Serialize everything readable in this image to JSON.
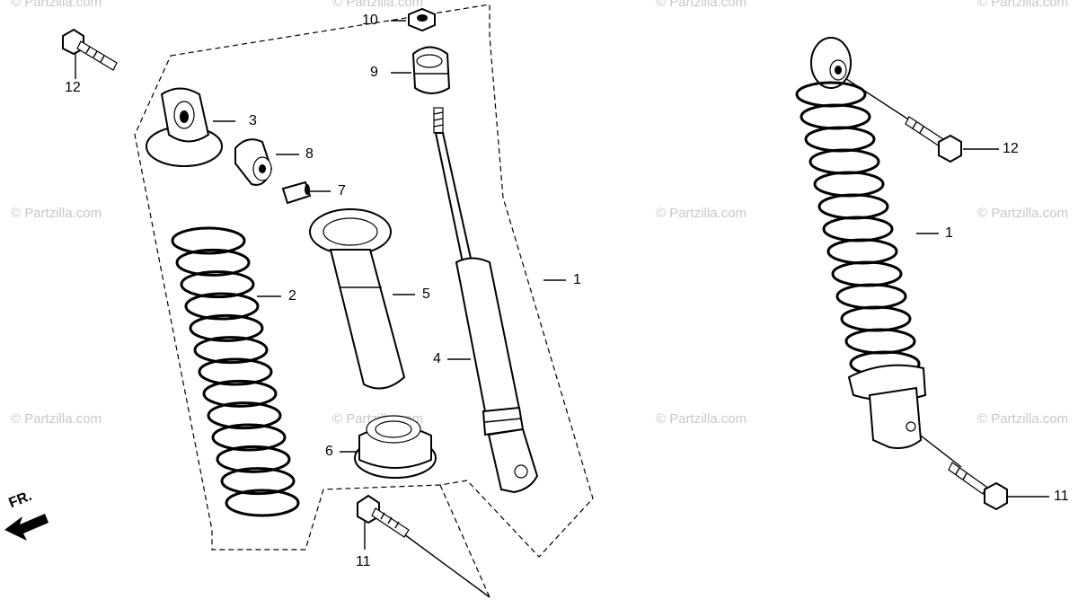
{
  "watermark": "© Partzilla.com",
  "direction_label": "FR.",
  "callouts": {
    "c1_left": "1",
    "c2": "2",
    "c3": "3",
    "c4": "4",
    "c5": "5",
    "c6": "6",
    "c7": "7",
    "c8": "8",
    "c9": "9",
    "c10": "10",
    "c11_left": "11",
    "c12_left": "12",
    "c1_right": "1",
    "c11_right": "11",
    "c12_right": "12"
  }
}
